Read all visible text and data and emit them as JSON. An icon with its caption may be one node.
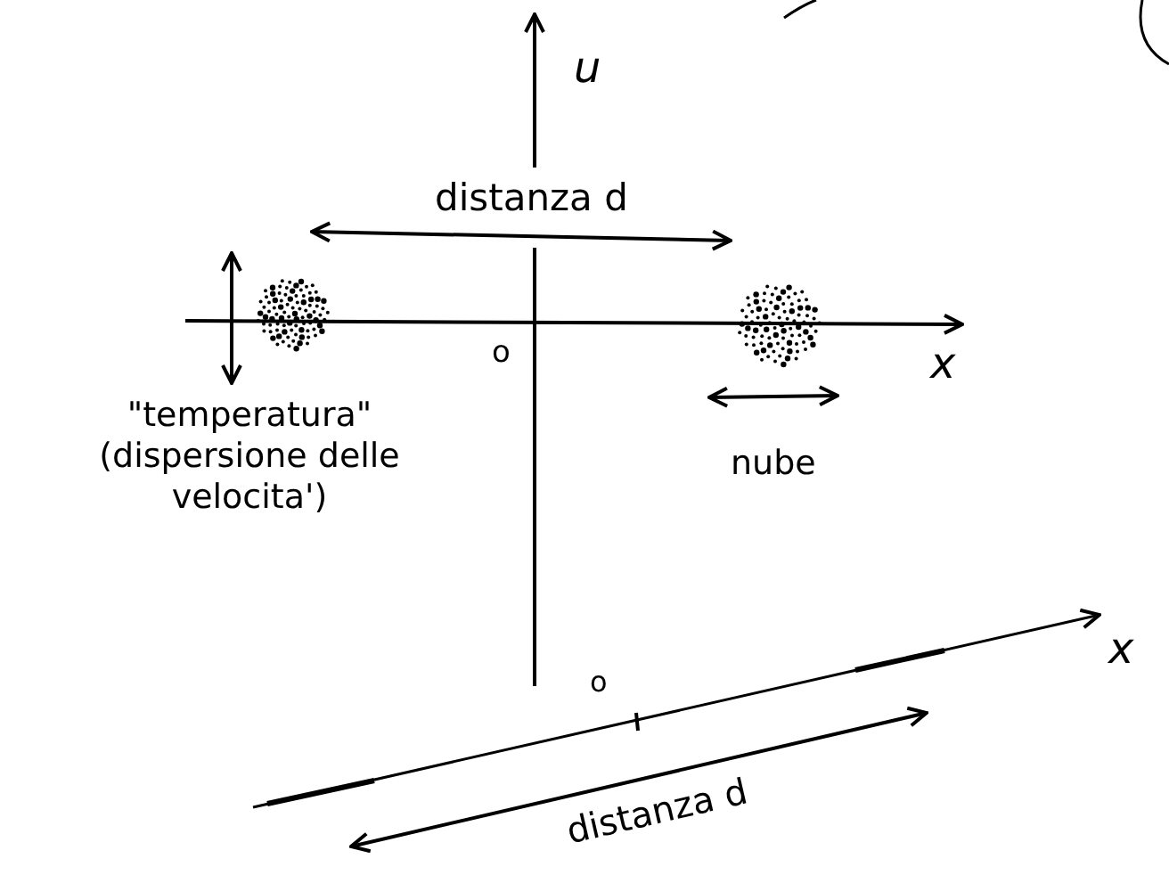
{
  "diagram": {
    "labels": [
      "u",
      "distanza d",
      "o",
      "x",
      "\"temperatura\" (dispersione delle velocita')",
      "nube",
      "o",
      "x",
      "distanza d"
    ]
  }
}
